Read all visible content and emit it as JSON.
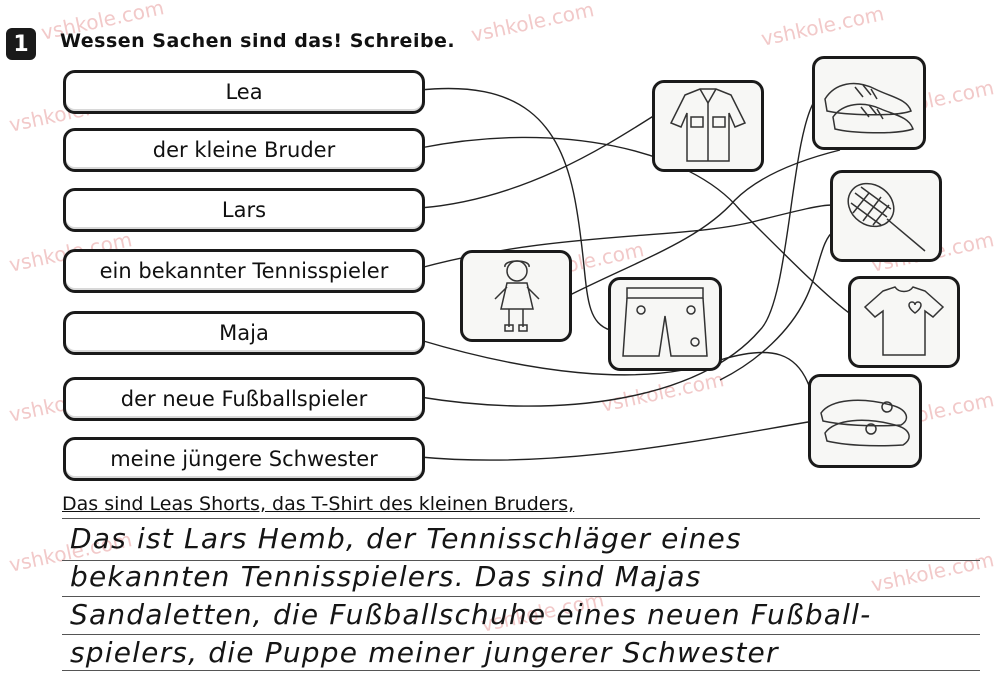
{
  "exercise": {
    "number": "1",
    "instruction": "Wessen Sachen sind das! Schreibe."
  },
  "names": [
    "Lea",
    "der kleine Bruder",
    "Lars",
    "ein bekannter Tennisspieler",
    "Maja",
    "der neue Fußballspieler",
    "meine jüngere Schwester"
  ],
  "pictures": [
    {
      "icon": "shirt-icon"
    },
    {
      "icon": "sneakers-icon"
    },
    {
      "icon": "tennis-racket-icon"
    },
    {
      "icon": "doll-icon"
    },
    {
      "icon": "shorts-icon"
    },
    {
      "icon": "t-shirt-icon"
    },
    {
      "icon": "sandals-icon"
    }
  ],
  "example_sentence": "Das sind Leas Shorts, das T-Shirt des kleinen Bruders,",
  "handwritten_lines": [
    "Das ist Lars Hemb, der Tennisschläger eines",
    "bekannten Tennisspielers. Das sind Majas",
    "Sandaletten, die Fußballschuhe eines neuen Fußball-",
    "spielers, die Puppe meiner jungerer Schwester"
  ],
  "watermark": "vshkole.com"
}
